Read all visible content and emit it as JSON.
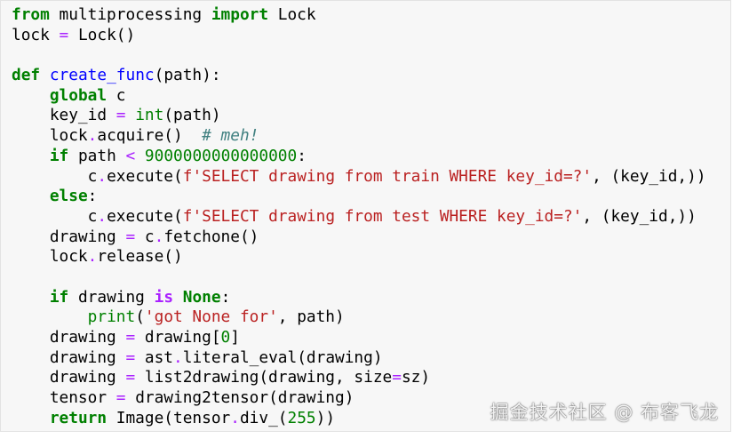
{
  "code_lines": [
    [
      {
        "t": "kw",
        "v": "from"
      },
      {
        "t": "p",
        "v": " multiprocessing "
      },
      {
        "t": "kw",
        "v": "import"
      },
      {
        "t": "p",
        "v": " Lock"
      }
    ],
    [
      {
        "t": "p",
        "v": "lock "
      },
      {
        "t": "op",
        "v": "="
      },
      {
        "t": "p",
        "v": " Lock()"
      }
    ],
    [],
    [
      {
        "t": "kw",
        "v": "def"
      },
      {
        "t": "p",
        "v": " "
      },
      {
        "t": "fn",
        "v": "create_func"
      },
      {
        "t": "p",
        "v": "(path):"
      }
    ],
    [
      {
        "t": "p",
        "v": "    "
      },
      {
        "t": "kw",
        "v": "global"
      },
      {
        "t": "p",
        "v": " c"
      }
    ],
    [
      {
        "t": "p",
        "v": "    key_id "
      },
      {
        "t": "op",
        "v": "="
      },
      {
        "t": "p",
        "v": " "
      },
      {
        "t": "bi",
        "v": "int"
      },
      {
        "t": "p",
        "v": "(path)"
      }
    ],
    [
      {
        "t": "p",
        "v": "    lock"
      },
      {
        "t": "op",
        "v": "."
      },
      {
        "t": "p",
        "v": "acquire()  "
      },
      {
        "t": "cm",
        "v": "# meh!"
      }
    ],
    [
      {
        "t": "p",
        "v": "    "
      },
      {
        "t": "kw",
        "v": "if"
      },
      {
        "t": "p",
        "v": " path "
      },
      {
        "t": "op",
        "v": "<"
      },
      {
        "t": "p",
        "v": " "
      },
      {
        "t": "num",
        "v": "9000000000000000"
      },
      {
        "t": "p",
        "v": ":"
      }
    ],
    [
      {
        "t": "p",
        "v": "        c"
      },
      {
        "t": "op",
        "v": "."
      },
      {
        "t": "p",
        "v": "execute("
      },
      {
        "t": "str",
        "v": "f'SELECT drawing from train WHERE key_id=?'"
      },
      {
        "t": "p",
        "v": ", (key_id,))"
      }
    ],
    [
      {
        "t": "p",
        "v": "    "
      },
      {
        "t": "kw",
        "v": "else"
      },
      {
        "t": "p",
        "v": ":"
      }
    ],
    [
      {
        "t": "p",
        "v": "        c"
      },
      {
        "t": "op",
        "v": "."
      },
      {
        "t": "p",
        "v": "execute("
      },
      {
        "t": "str",
        "v": "f'SELECT drawing from test WHERE key_id=?'"
      },
      {
        "t": "p",
        "v": ", (key_id,))"
      }
    ],
    [
      {
        "t": "p",
        "v": "    drawing "
      },
      {
        "t": "op",
        "v": "="
      },
      {
        "t": "p",
        "v": " c"
      },
      {
        "t": "op",
        "v": "."
      },
      {
        "t": "p",
        "v": "fetchone()"
      }
    ],
    [
      {
        "t": "p",
        "v": "    lock"
      },
      {
        "t": "op",
        "v": "."
      },
      {
        "t": "p",
        "v": "release()"
      }
    ],
    [],
    [
      {
        "t": "p",
        "v": "    "
      },
      {
        "t": "kw",
        "v": "if"
      },
      {
        "t": "p",
        "v": " drawing "
      },
      {
        "t": "op-b",
        "v": "is"
      },
      {
        "t": "p",
        "v": " "
      },
      {
        "t": "kw",
        "v": "None"
      },
      {
        "t": "p",
        "v": ":"
      }
    ],
    [
      {
        "t": "p",
        "v": "        "
      },
      {
        "t": "bi",
        "v": "print"
      },
      {
        "t": "p",
        "v": "("
      },
      {
        "t": "str",
        "v": "'got None for'"
      },
      {
        "t": "p",
        "v": ", path)"
      }
    ],
    [
      {
        "t": "p",
        "v": "    drawing "
      },
      {
        "t": "op",
        "v": "="
      },
      {
        "t": "p",
        "v": " drawing["
      },
      {
        "t": "num",
        "v": "0"
      },
      {
        "t": "p",
        "v": "]"
      }
    ],
    [
      {
        "t": "p",
        "v": "    drawing "
      },
      {
        "t": "op",
        "v": "="
      },
      {
        "t": "p",
        "v": " ast"
      },
      {
        "t": "op",
        "v": "."
      },
      {
        "t": "p",
        "v": "literal_eval(drawing)"
      }
    ],
    [
      {
        "t": "p",
        "v": "    drawing "
      },
      {
        "t": "op",
        "v": "="
      },
      {
        "t": "p",
        "v": " list2drawing(drawing, size"
      },
      {
        "t": "op",
        "v": "="
      },
      {
        "t": "p",
        "v": "sz)"
      }
    ],
    [
      {
        "t": "p",
        "v": "    tensor "
      },
      {
        "t": "op",
        "v": "="
      },
      {
        "t": "p",
        "v": " drawing2tensor(drawing)"
      }
    ],
    [
      {
        "t": "p",
        "v": "    "
      },
      {
        "t": "kw",
        "v": "return"
      },
      {
        "t": "p",
        "v": " Image(tensor"
      },
      {
        "t": "op",
        "v": "."
      },
      {
        "t": "p",
        "v": "div_("
      },
      {
        "t": "num",
        "v": "255"
      },
      {
        "t": "p",
        "v": "))"
      }
    ]
  ],
  "watermark": "掘金技术社区 @ 布客飞龙"
}
